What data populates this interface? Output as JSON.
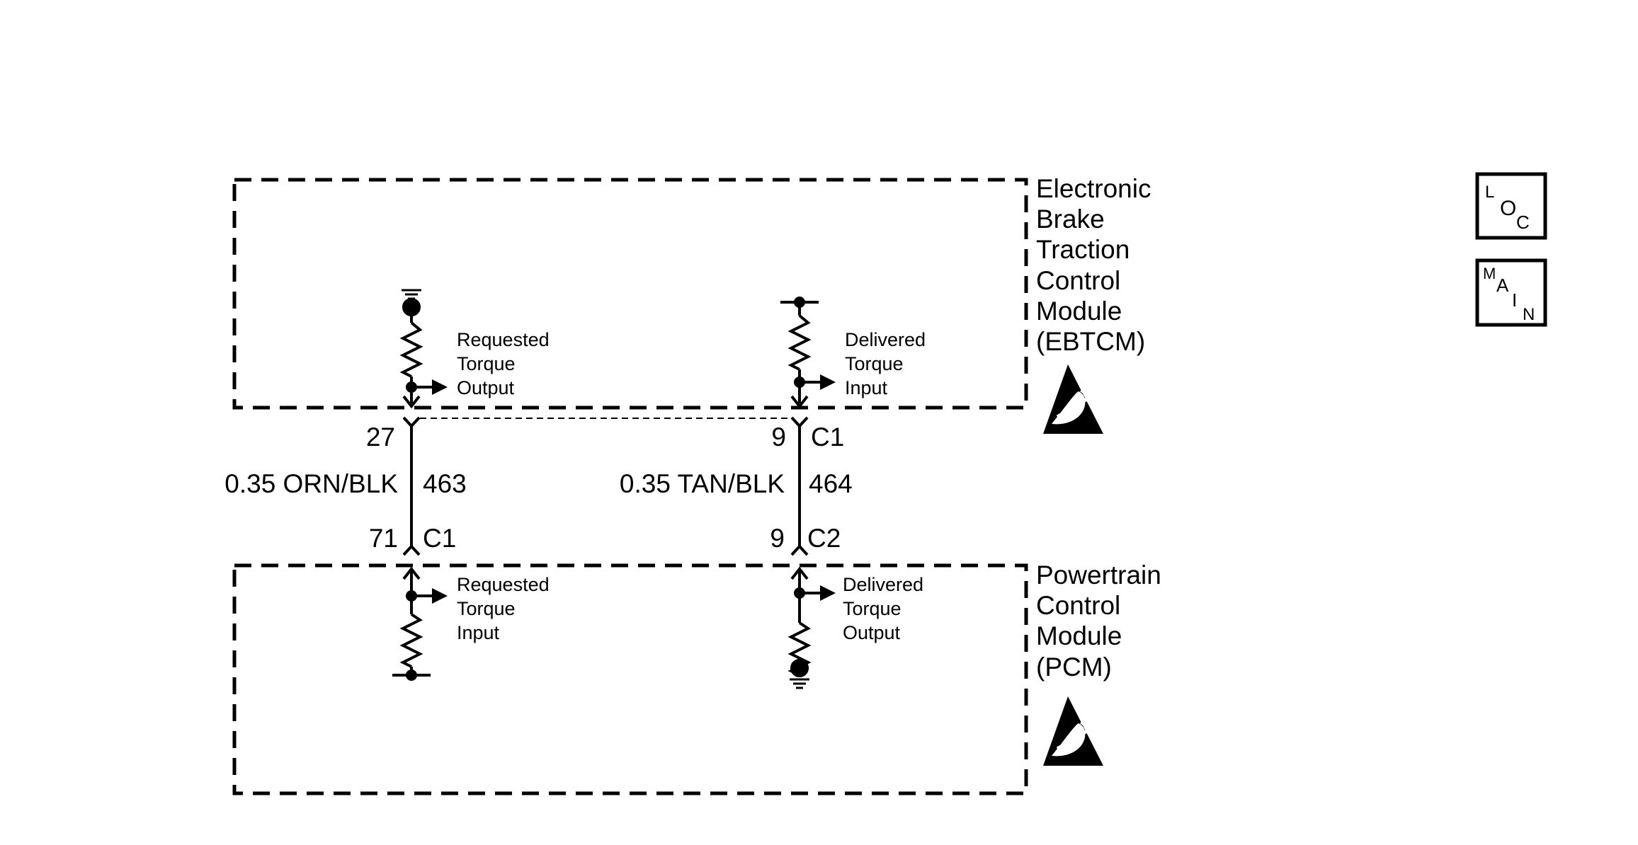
{
  "modules": {
    "ebtcm": {
      "name_lines": [
        "Electronic",
        "Brake",
        "Traction",
        "Control",
        "Module",
        "(EBTCM)"
      ],
      "requested_torque_output": [
        "Requested",
        "Torque",
        "Output"
      ],
      "delivered_torque_input": [
        "Delivered",
        "Torque",
        "Input"
      ]
    },
    "pcm": {
      "name_lines": [
        "Powertrain",
        "Control",
        "Module",
        "(PCM)"
      ],
      "requested_torque_input": [
        "Requested",
        "Torque",
        "Input"
      ],
      "delivered_torque_output": [
        "Delivered",
        "Torque",
        "Output"
      ]
    }
  },
  "circuits": {
    "left": {
      "top_pin": "27",
      "wire": "0.35 ORN/BLK",
      "circuit_number": "463",
      "bottom_pin": "71",
      "bottom_connector": "C1"
    },
    "right": {
      "top_pin": "9",
      "top_connector": "C1",
      "wire": "0.35 TAN/BLK",
      "circuit_number": "464",
      "bottom_pin": "9",
      "bottom_connector": "C2"
    }
  },
  "buttons": {
    "loc": [
      "L",
      "O",
      "C"
    ],
    "main": [
      "M",
      "A",
      "I",
      "N"
    ]
  }
}
